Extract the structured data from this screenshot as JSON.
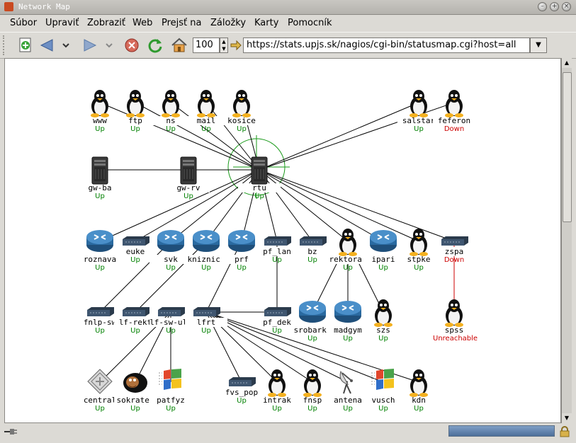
{
  "window": {
    "title": "Network Map"
  },
  "menu": [
    "Súbor",
    "Upraviť",
    "Zobraziť",
    "Web",
    "Prejsť na",
    "Záložky",
    "Karty",
    "Pomocník"
  ],
  "toolbar": {
    "zoom": "100",
    "url": "https://stats.upjs.sk/nagios/cgi-bin/statusmap.cgi?host=all"
  },
  "colors": {
    "up": "#008000",
    "down": "#cc0000"
  },
  "nodes": [
    {
      "id": "www",
      "label": "www",
      "status": "Up",
      "icon": "linux-penguin-icon"
    },
    {
      "id": "ftp",
      "label": "ftp",
      "status": "Up",
      "icon": "linux-penguin-icon"
    },
    {
      "id": "ns",
      "label": "ns",
      "status": "Up",
      "icon": "linux-penguin-icon"
    },
    {
      "id": "mail",
      "label": "mail",
      "status": "Up",
      "icon": "linux-penguin-icon"
    },
    {
      "id": "kosice",
      "label": "kosice",
      "status": "Up",
      "icon": "linux-penguin-icon"
    },
    {
      "id": "salstar",
      "label": "salstar",
      "status": "Up",
      "icon": "linux-penguin-icon"
    },
    {
      "id": "feferon",
      "label": "feferon",
      "status": "Down",
      "icon": "linux-penguin-icon"
    },
    {
      "id": "gw-ba",
      "label": "gw-ba",
      "status": "Up",
      "icon": "server-tower-icon"
    },
    {
      "id": "gw-rv",
      "label": "gw-rv",
      "status": "Up",
      "icon": "server-tower-icon"
    },
    {
      "id": "rtu",
      "label": "rtu",
      "status": "Up",
      "icon": "server-tower-icon"
    },
    {
      "id": "roznava",
      "label": "roznava",
      "status": "Up",
      "icon": "router-icon"
    },
    {
      "id": "euke",
      "label": "euke",
      "status": "Up",
      "icon": "switch-icon"
    },
    {
      "id": "svk",
      "label": "svk",
      "status": "Up",
      "icon": "router-icon"
    },
    {
      "id": "kniznica",
      "label": "kniznica",
      "status": "Up",
      "icon": "router-icon"
    },
    {
      "id": "prf",
      "label": "prf",
      "status": "Up",
      "icon": "router-icon"
    },
    {
      "id": "pf_lan",
      "label": "pf_lan",
      "status": "Up",
      "icon": "switch-icon"
    },
    {
      "id": "bz",
      "label": "bz",
      "status": "Up",
      "icon": "switch-icon"
    },
    {
      "id": "rektorat",
      "label": "rektorat",
      "status": "Up",
      "icon": "linux-penguin-icon"
    },
    {
      "id": "ipari",
      "label": "ipari",
      "status": "Up",
      "icon": "router-icon"
    },
    {
      "id": "stpke",
      "label": "stpke",
      "status": "Up",
      "icon": "linux-penguin-icon"
    },
    {
      "id": "zspa",
      "label": "zspa",
      "status": "Down",
      "icon": "switch-icon"
    },
    {
      "id": "fnlp-sw",
      "label": "fnlp-sw",
      "status": "Up",
      "icon": "switch-icon"
    },
    {
      "id": "lf-rekt",
      "label": "lf-rekt",
      "status": "Up",
      "icon": "switch-icon"
    },
    {
      "id": "lf-sw-uli",
      "label": "lf-sw-uli",
      "status": "Up",
      "icon": "switch-icon"
    },
    {
      "id": "lfrt",
      "label": "lfrt",
      "status": "Up",
      "icon": "switch-icon"
    },
    {
      "id": "pf_dek",
      "label": "pf_dek",
      "status": "Up",
      "icon": "switch-icon"
    },
    {
      "id": "srobarka",
      "label": "srobarka",
      "status": "Up",
      "icon": "router-icon"
    },
    {
      "id": "madgym",
      "label": "madgym",
      "status": "Up",
      "icon": "router-icon"
    },
    {
      "id": "szs",
      "label": "szs",
      "status": "Up",
      "icon": "linux-penguin-icon"
    },
    {
      "id": "spss",
      "label": "spss",
      "status": "Unreachable",
      "icon": "linux-penguin-icon"
    },
    {
      "id": "central",
      "label": "central",
      "status": "Up",
      "icon": "novell-icon"
    },
    {
      "id": "sokrates",
      "label": "sokrates",
      "status": "Up",
      "icon": "bsd-daemon-icon"
    },
    {
      "id": "patfyz",
      "label": "patfyz",
      "status": "Up",
      "icon": "windows-icon"
    },
    {
      "id": "fvs_pop",
      "label": "fvs_pop",
      "status": "Up",
      "icon": "switch-icon"
    },
    {
      "id": "intrak",
      "label": "intrak",
      "status": "Up",
      "icon": "linux-penguin-icon"
    },
    {
      "id": "fnsp",
      "label": "fnsp",
      "status": "Up",
      "icon": "linux-penguin-icon"
    },
    {
      "id": "antena",
      "label": "antena",
      "status": "Up",
      "icon": "satellite-dish-icon"
    },
    {
      "id": "vusch",
      "label": "vusch",
      "status": "Up",
      "icon": "windows-icon"
    },
    {
      "id": "kdn",
      "label": "kdn",
      "status": "Up",
      "icon": "linux-penguin-icon"
    }
  ],
  "links": [
    [
      "rtu",
      "www"
    ],
    [
      "rtu",
      "ftp"
    ],
    [
      "rtu",
      "ns"
    ],
    [
      "rtu",
      "mail"
    ],
    [
      "rtu",
      "kosice"
    ],
    [
      "rtu",
      "salstar"
    ],
    [
      "rtu",
      "feferon"
    ],
    [
      "rtu",
      "gw-rv"
    ],
    [
      "gw-rv",
      "gw-ba"
    ],
    [
      "rtu",
      "roznava"
    ],
    [
      "rtu",
      "euke"
    ],
    [
      "rtu",
      "svk"
    ],
    [
      "rtu",
      "kniznica"
    ],
    [
      "rtu",
      "prf"
    ],
    [
      "rtu",
      "pf_lan"
    ],
    [
      "rtu",
      "bz"
    ],
    [
      "rtu",
      "rektorat"
    ],
    [
      "rtu",
      "ipari"
    ],
    [
      "rtu",
      "stpke"
    ],
    [
      "rtu",
      "zspa"
    ],
    [
      "svk",
      "fnlp-sw"
    ],
    [
      "kniznica",
      "lf-rekt"
    ],
    [
      "prf",
      "lfrt"
    ],
    [
      "pf_lan",
      "pf_dek"
    ],
    [
      "rektorat",
      "srobarka"
    ],
    [
      "rektorat",
      "madgym"
    ],
    [
      "rektorat",
      "szs"
    ],
    [
      "zspa",
      "spss"
    ],
    [
      "lf-sw-uli",
      "central"
    ],
    [
      "lf-sw-uli",
      "sokrates"
    ],
    [
      "lf-sw-uli",
      "patfyz"
    ],
    [
      "lfrt",
      "fvs_pop"
    ],
    [
      "lfrt",
      "intrak"
    ],
    [
      "lfrt",
      "fnsp"
    ],
    [
      "lfrt",
      "antena"
    ],
    [
      "lfrt",
      "vusch"
    ],
    [
      "lfrt",
      "kdn"
    ],
    [
      "lfrt",
      "pf_dek"
    ]
  ]
}
